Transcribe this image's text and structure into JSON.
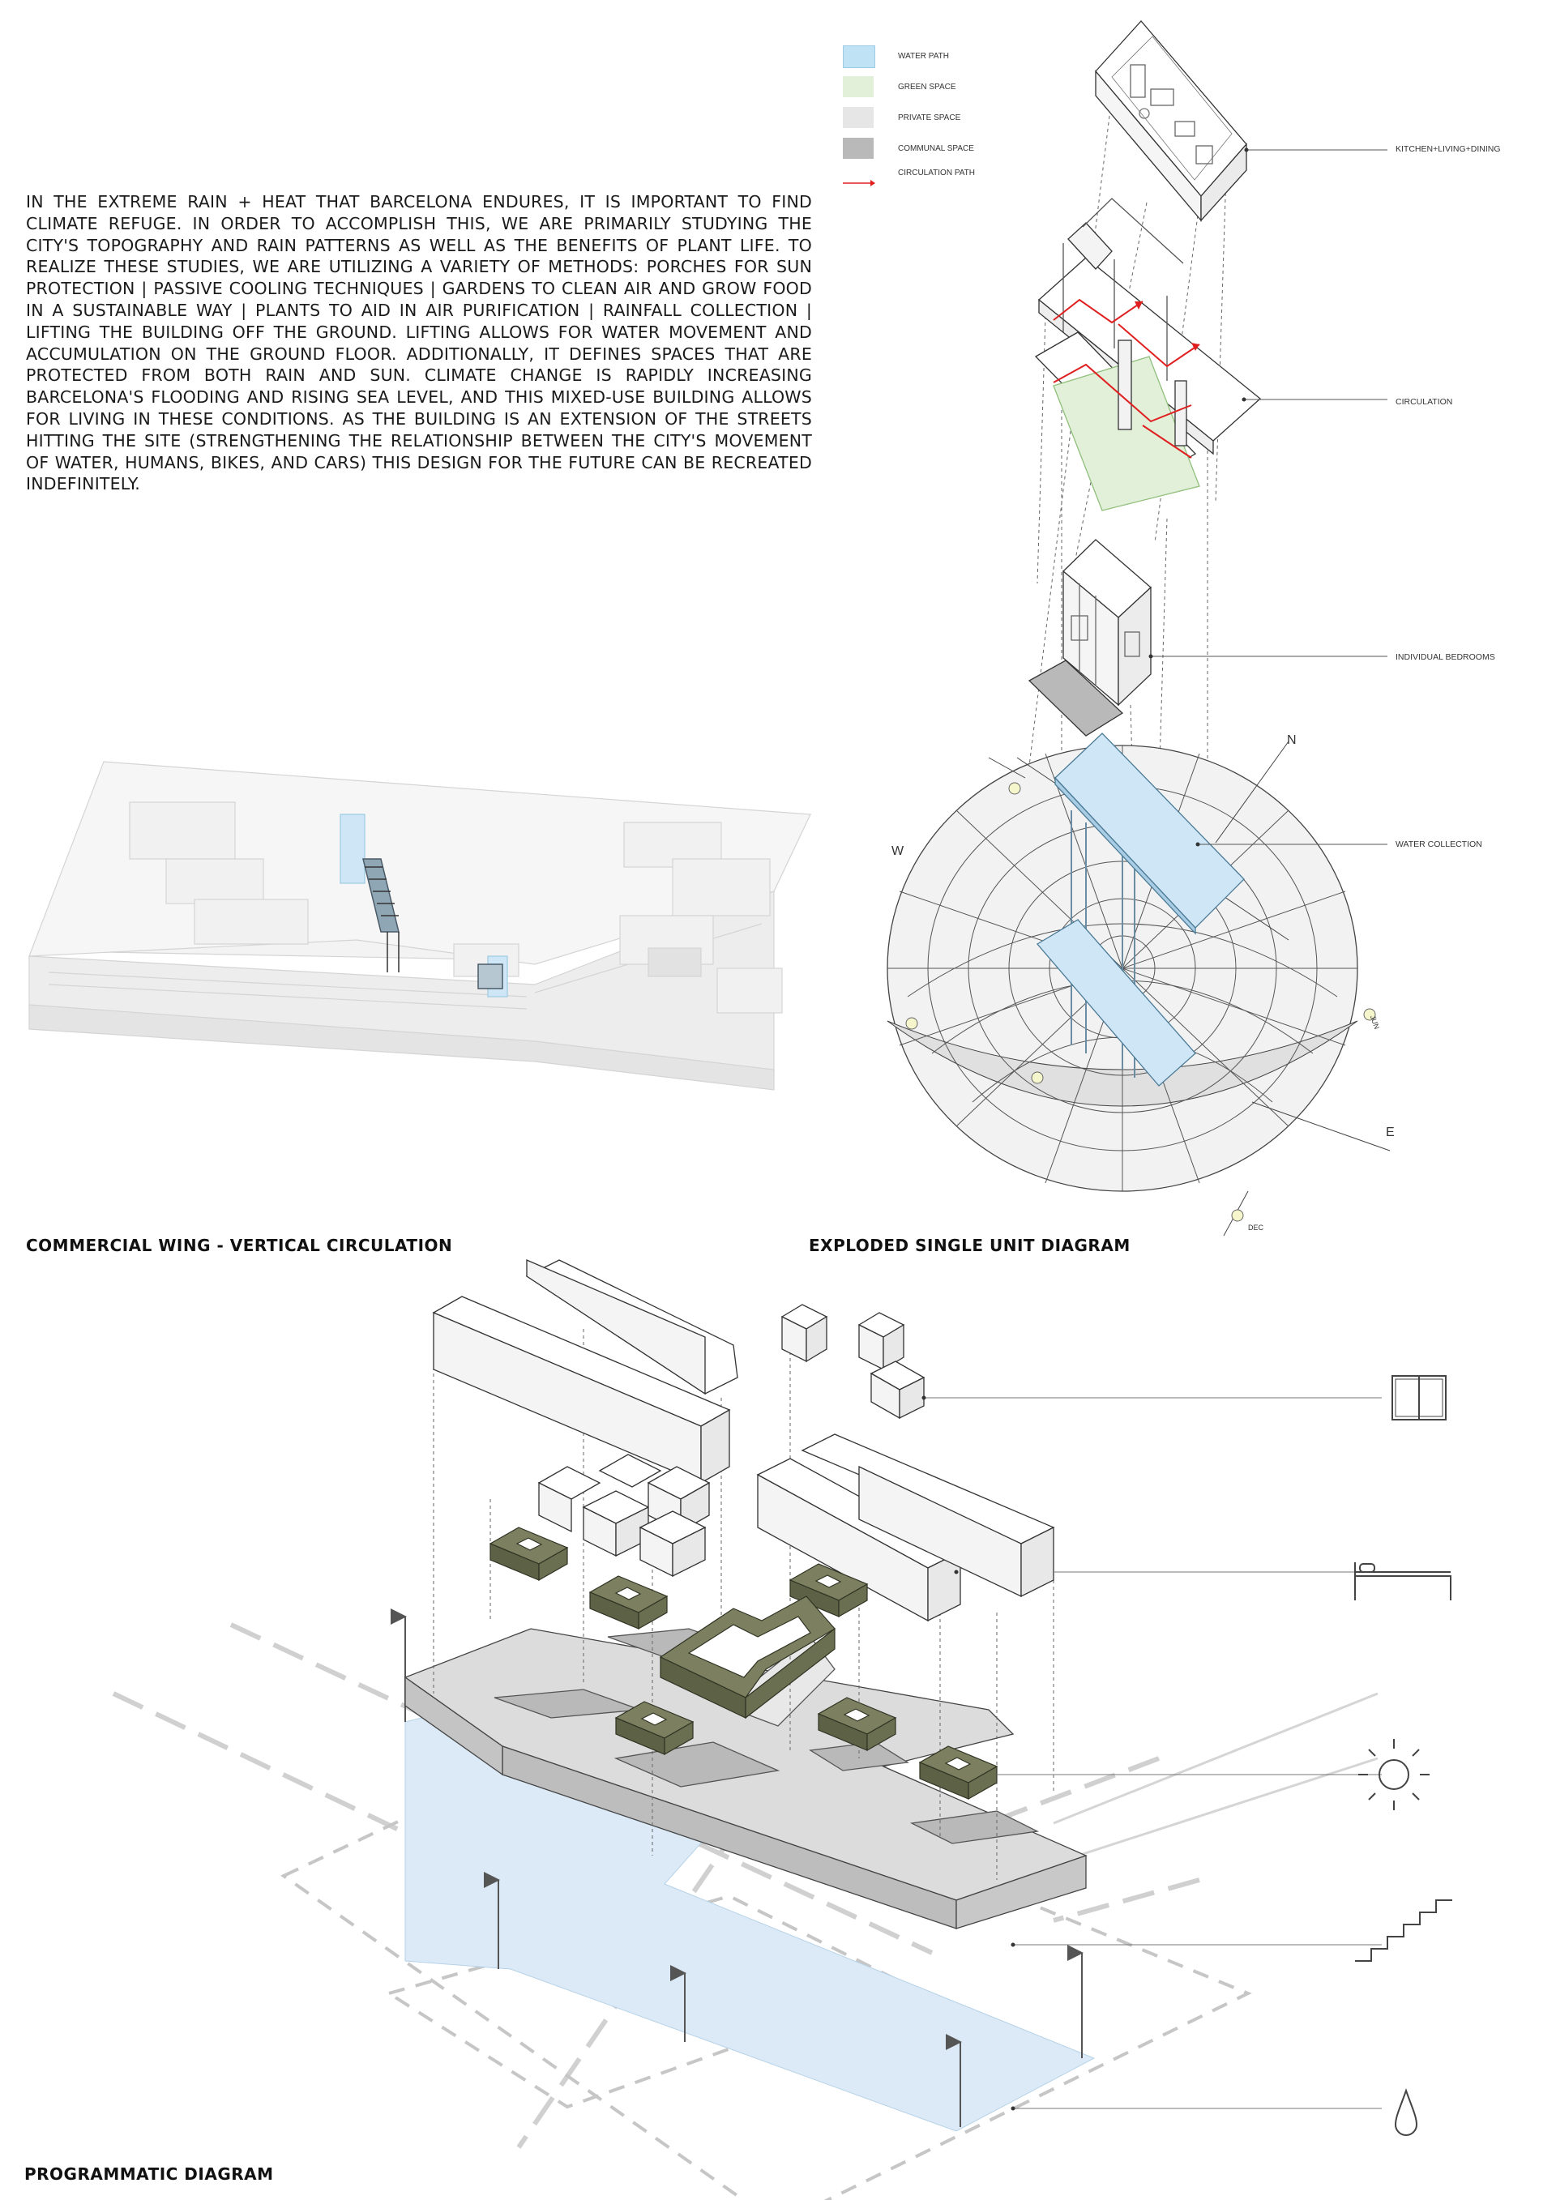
{
  "intro_text": "IN THE EXTREME RAIN + HEAT THAT BARCELONA ENDURES, IT IS IMPORTANT TO FIND CLIMATE REFUGE. IN ORDER TO ACCOMPLISH THIS, WE ARE PRIMARILY STUDYING THE CITY'S TOPOGRAPHY AND RAIN PATTERNS AS WELL AS THE BENEFITS OF PLANT LIFE. TO REALIZE THESE STUDIES, WE ARE UTILIZING A VARIETY OF  METHODS: PORCHES FOR SUN PROTECTION | PASSIVE COOLING TECHNIQUES | GARDENS TO CLEAN AIR AND GROW FOOD IN A SUSTAINABLE WAY | PLANTS TO AID IN AIR PURIFICATION | RAINFALL COLLECTION | LIFTING THE BUILDING OFF THE GROUND. LIFTING ALLOWS FOR WATER MOVEMENT AND ACCUMULATION ON THE GROUND FLOOR. ADDITIONALLY, IT DEFINES SPACES THAT ARE PROTECTED FROM BOTH RAIN AND SUN. CLIMATE CHANGE IS RAPIDLY INCREASING BARCELONA'S FLOODING AND RISING SEA LEVEL, AND THIS MIXED-USE BUILDING ALLOWS FOR LIVING IN THESE CONDITIONS. AS THE BUILDING IS AN EXTENSION OF THE STREETS HITTING THE SITE (STRENGTHENING THE RELATIONSHIP BETWEEN THE CITY'S MOVEMENT OF WATER, HUMANS, BIKES, AND CARS) THIS DESIGN FOR THE FUTURE CAN BE RECREATED INDEFINITELY.",
  "captions": {
    "commercial": "COMMERCIAL WING - VERTICAL CIRCULATION",
    "exploded": "EXPLODED SINGLE UNIT DIAGRAM",
    "programmatic": "PROGRAMMATIC DIAGRAM"
  },
  "legend": [
    {
      "label": "WATER PATH",
      "color": "#bfe3f5",
      "kind": "swatch"
    },
    {
      "label": "GREEN SPACE",
      "color": "#e2f0da",
      "kind": "swatch"
    },
    {
      "label": "PRIVATE SPACE",
      "color": "#e6e6e6",
      "kind": "swatch"
    },
    {
      "label": "COMMUNAL SPACE",
      "color": "#b9b9b9",
      "kind": "swatch"
    },
    {
      "label": "CIRCULATION PATH",
      "color": "#e02020",
      "kind": "arrow"
    }
  ],
  "unit_labels": {
    "kitchen": "KITCHEN+LIVING+DINING",
    "circulation": "CIRCULATION",
    "bedrooms": "INDIVIDUAL BEDROOMS",
    "water": "WATER COLLECTION"
  },
  "sun_labels": {
    "n": "N",
    "w": "W",
    "e": "E",
    "jun": "JUN",
    "dec": "DEC"
  },
  "icons": [
    "window-icon",
    "bed-icon",
    "sun-icon",
    "stairs-icon",
    "water-drop-icon"
  ],
  "colors": {
    "water": "#cfe6f6",
    "green_space": "#e2f0da",
    "planter": "#6b6f52",
    "slab": "#dcdcdc",
    "circulation": "#e02020"
  }
}
